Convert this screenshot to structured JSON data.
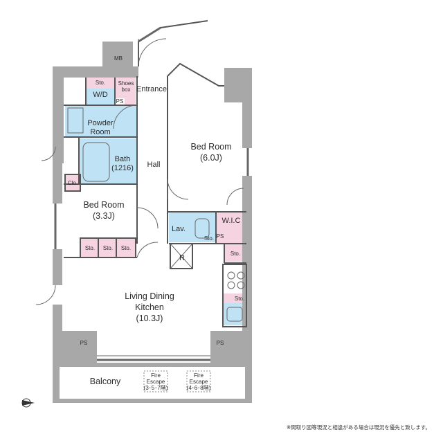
{
  "rooms": {
    "mb": "MB",
    "entrance": "Entrance",
    "wd": "W/D",
    "shoes_box_1": "Shoes",
    "shoes_box_2": "box",
    "powder_room_1": "Powder",
    "powder_room_2": "Room",
    "bath_1": "Bath",
    "bath_2": "(1216)",
    "hall": "Hall",
    "bed_room_a_1": "Bed Room",
    "bed_room_a_2": "(6.0J)",
    "bed_room_b_1": "Bed Room",
    "bed_room_b_2": "(3.3J)",
    "lav": "Lav.",
    "wic": "W.I.C",
    "r": "R",
    "ldk_1": "Living Dining",
    "ldk_2": "Kitchen",
    "ldk_3": "(10.3J)",
    "balcony": "Balcony",
    "clo": "Clo.",
    "sto": "Sto.",
    "ps": "PS",
    "fire_escape_a_1": "Fire",
    "fire_escape_a_2": "Escape",
    "fire_escape_a_3": "(3･5･7階)",
    "fire_escape_b_1": "Fire",
    "fire_escape_b_2": "Escape",
    "fire_escape_b_3": "(4･6･8階)"
  },
  "note": "※間取り図等現況と相違がある場合は現況を優先と致します。",
  "colors": {
    "wall": "#a8a8a8",
    "wet_area": "#bfe3f4",
    "storage": "#f5d3e0",
    "line": "#555555"
  },
  "icons": [
    "north-arrow-icon"
  ]
}
